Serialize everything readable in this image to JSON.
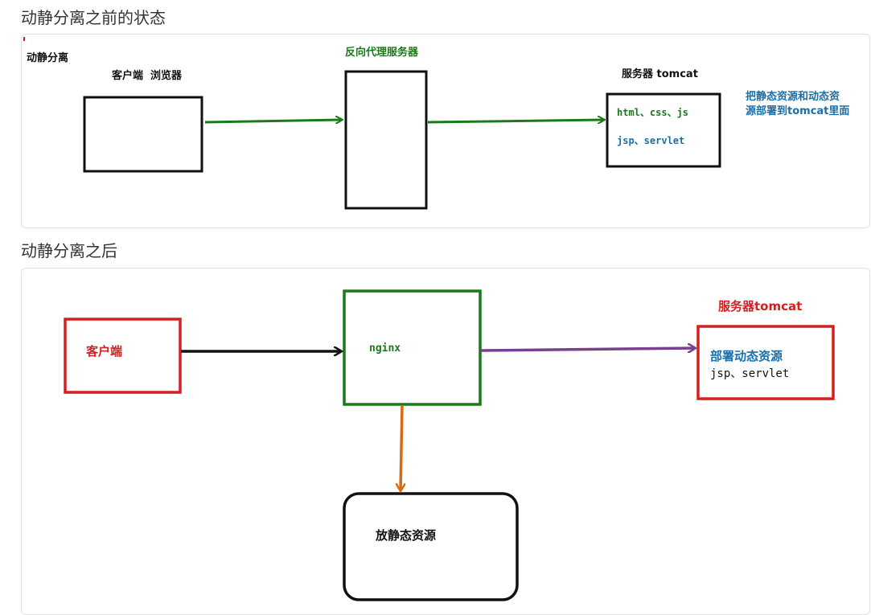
{
  "headings": {
    "before": "动静分离之前的状态",
    "after": "动静分离之后"
  },
  "before": {
    "corner_label": "动静分离",
    "client_label": "客户端  浏览器",
    "proxy_label": "反向代理服务器",
    "server_label": "服务器 tomcat",
    "server_line1": "html、css、js",
    "server_line2": "jsp、servlet",
    "note_line1": "把静态资源和动态资",
    "note_line2": "源部署到tomcat里面"
  },
  "after": {
    "client_label": "客户端",
    "nginx_label": "nginx",
    "server_title": "服务器tomcat",
    "server_line1": "部署动态资源",
    "server_line2": "jsp、servlet",
    "static_label": "放静态资源"
  },
  "colors": {
    "black": "#111111",
    "green": "#1a7a1a",
    "red": "#d42020",
    "purple": "#7a3f8f",
    "orange": "#d86a10",
    "blue": "#1a6fa8"
  }
}
